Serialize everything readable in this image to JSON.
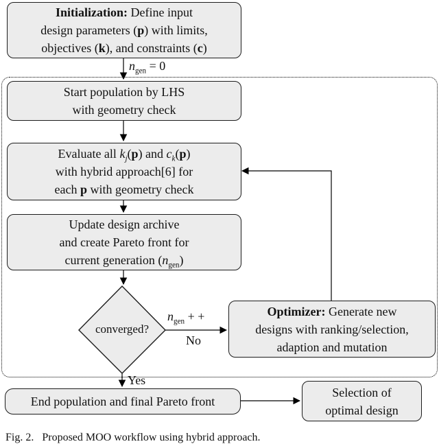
{
  "colors": {
    "node_fill": "#ececec",
    "node_border": "#1c1c1c",
    "line": "#000000"
  },
  "nodes": {
    "init": {
      "l1_keyword": "Initialization:",
      "l1_rest": " Define input",
      "l2_pre": "design parameters (",
      "l2_var": "p",
      "l2_post": ") with limits,",
      "l3_pre": "objectives (",
      "l3_var1": "k",
      "l3_mid": "), and constraints (",
      "l3_var2": "c",
      "l3_post": ")"
    },
    "start": {
      "line1": "Start population by LHS",
      "line2": "with geometry check"
    },
    "evaluate": {
      "l1_pre": "Evaluate all ",
      "l1_k": "k",
      "l1_ksub": "j",
      "l1_open1": "(",
      "l1_p1": "p",
      "l1_mid": ") and ",
      "l1_c": "c",
      "l1_csub": "k",
      "l1_open2": "(",
      "l1_p2": "p",
      "l1_close": ")",
      "l2": "with hybrid approach[6] for",
      "l3_pre": "each ",
      "l3_p": "p",
      "l3_post": " with geometry check"
    },
    "update": {
      "l1": "Update design archive",
      "l2": "and create Pareto front for",
      "l3_pre": "current generation (",
      "l3_var": "n",
      "l3_sub": "gen",
      "l3_post": ")"
    },
    "decision": {
      "label": "converged?"
    },
    "optimizer": {
      "l1_keyword": "Optimizer:",
      "l1_rest": " Generate new",
      "l2": "designs with ranking/selection,",
      "l3": "adaption and mutation"
    },
    "end": {
      "line1": "End population and final Pareto front"
    },
    "selection": {
      "line1": "Selection of",
      "line2": "optimal design"
    }
  },
  "edge_labels": {
    "ngen_init": {
      "var": "n",
      "sub": "gen",
      "rest": " = 0"
    },
    "ngen_inc": {
      "var": "n",
      "sub": "gen",
      "rest": " + +"
    },
    "no": "No",
    "yes": "Yes"
  },
  "caption": "Fig. 2.   Proposed MOO workflow using hybrid approach."
}
